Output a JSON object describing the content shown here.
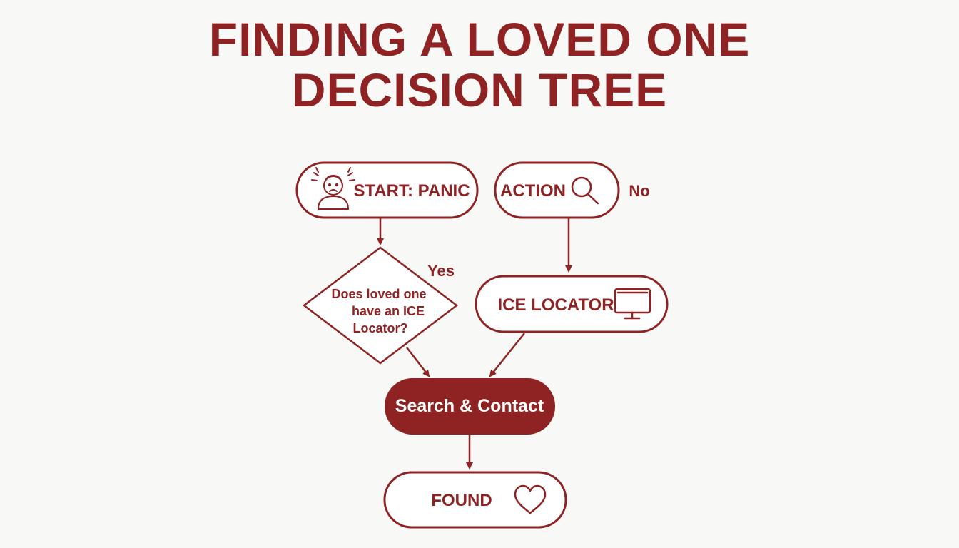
{
  "title": {
    "line1": "FINDING A LOVED ONE",
    "line2": "DECISION TREE"
  },
  "colors": {
    "accent": "#8f2323",
    "background": "#f8f8f7",
    "on_accent": "#ffffff"
  },
  "nodes": {
    "start": {
      "label": "START: PANIC",
      "icon": "panicked-person-icon"
    },
    "action": {
      "label": "ACTION",
      "icon": "magnifier-icon"
    },
    "decision": {
      "line1": "Does loved one",
      "line2": "have an ICE",
      "line3": "Locator?"
    },
    "ice_locator": {
      "label": "ICE LOCATOR",
      "icon": "monitor-icon"
    },
    "search_contact": {
      "label": "Search & Contact"
    },
    "found": {
      "label": "FOUND",
      "icon": "heart-icon"
    }
  },
  "edge_labels": {
    "yes": "Yes",
    "no": "No"
  }
}
